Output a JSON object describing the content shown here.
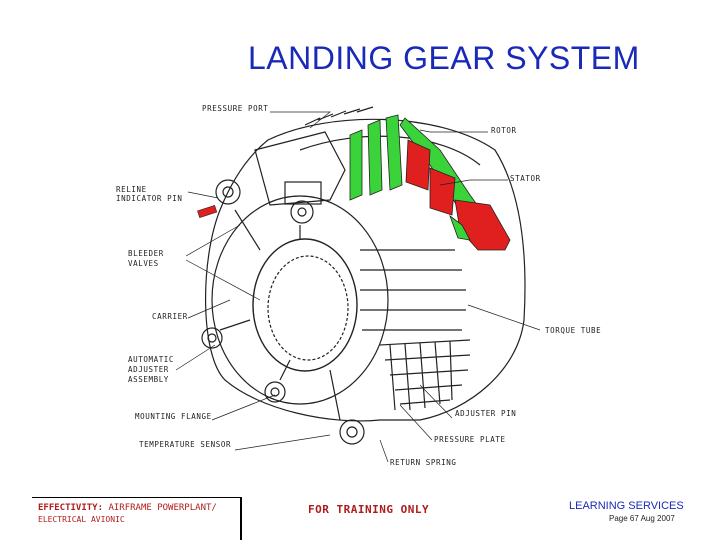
{
  "header": {
    "title": "LANDING GEAR SYSTEM"
  },
  "diagram": {
    "labels": {
      "pressure_port": "PRESSURE PORT",
      "rotor": "ROTOR",
      "stator": "STATOR",
      "reline": "RELINE",
      "indicator_pin": "INDICATOR PIN",
      "bleeder": "BLEEDER",
      "valves": "VALVES",
      "carrier": "CARRIER",
      "torque_tube": "TORQUE TUBE",
      "automatic": "AUTOMATIC",
      "adjuster": "ADJUSTER",
      "assembly": "ASSEMBLY",
      "mounting_flange": "MOUNTING FLANGE",
      "adjuster_pin": "ADJUSTER PIN",
      "temperature_sensor": "TEMPERATURE SENSOR",
      "pressure_plate": "PRESSURE PLATE",
      "return_spring": "RETURN SPRING"
    },
    "colors": {
      "rotor": "#3ad43a",
      "stator": "#e0201e",
      "line": "#222222"
    }
  },
  "footer": {
    "effectivity_label": "EFFECTIVITY:",
    "effectivity_value": "AIRFRAME POWERPLANT/",
    "effectivity_line2": "ELECTRICAL AVIONIC",
    "training": "FOR TRAINING ONLY",
    "learning": "LEARNING SERVICES",
    "page": "Page 67 Aug 2007"
  }
}
